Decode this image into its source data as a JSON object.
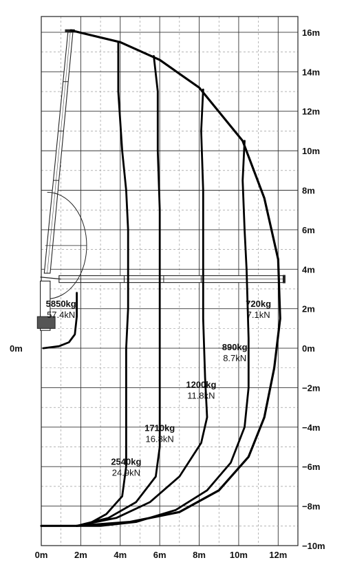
{
  "chart_data": {
    "type": "line",
    "x_ticks": [
      "0m",
      "2m",
      "4m",
      "6m",
      "8m",
      "10m",
      "12m"
    ],
    "y_ticks": [
      "16m",
      "14m",
      "12m",
      "10m",
      "8m",
      "6m",
      "4m",
      "2m",
      "0m",
      "−2m",
      "−4m",
      "−6m",
      "−8m",
      "−10m"
    ],
    "y_tick_origin": "0m",
    "xlim": [
      0,
      13
    ],
    "ylim": [
      -10,
      16.8
    ],
    "grid": true,
    "series": [
      {
        "weight": "5850kg",
        "force": "57.4kN",
        "radius": 1.8,
        "label_at": [
          1.0,
          2.1
        ],
        "points": [
          [
            1.8,
            2.8
          ],
          [
            1.8,
            1.6
          ],
          [
            1.7,
            0.7
          ],
          [
            1.4,
            0.3
          ],
          [
            0.9,
            0.1
          ],
          [
            0.1,
            0.0
          ]
        ]
      },
      {
        "weight": "720kg",
        "force": "7.1kN",
        "radius": 12.3,
        "label_at": [
          11.0,
          2.1
        ],
        "points": [
          [
            1.5,
            16.1
          ],
          [
            4.0,
            15.5
          ],
          [
            6.0,
            14.6
          ],
          [
            8.0,
            13.2
          ],
          [
            10.2,
            10.5
          ],
          [
            11.3,
            7.6
          ],
          [
            12.0,
            4.5
          ],
          [
            12.1,
            1.5
          ],
          [
            11.8,
            -1.0
          ],
          [
            11.3,
            -3.5
          ],
          [
            10.5,
            -5.5
          ],
          [
            9.0,
            -7.2
          ],
          [
            7.0,
            -8.3
          ],
          [
            4.5,
            -8.8
          ],
          [
            1.8,
            -9.0
          ],
          [
            0.0,
            -9.0
          ]
        ]
      },
      {
        "weight": "890kg",
        "force": "8.7kN",
        "radius": 10.5,
        "label_at": [
          9.8,
          -0.1
        ],
        "points": [
          [
            10.3,
            10.5
          ],
          [
            10.2,
            8.5
          ],
          [
            10.3,
            6.0
          ],
          [
            10.4,
            4.0
          ],
          [
            10.5,
            0.5
          ],
          [
            10.5,
            -2.0
          ],
          [
            10.3,
            -4.0
          ],
          [
            9.6,
            -5.8
          ],
          [
            8.4,
            -7.2
          ],
          [
            6.8,
            -8.2
          ],
          [
            4.8,
            -8.8
          ],
          [
            3.0,
            -9.0
          ],
          [
            1.8,
            -9.0
          ]
        ]
      },
      {
        "weight": "1200kg",
        "force": "11.8kN",
        "radius": 8.2,
        "label_at": [
          8.1,
          -2.0
        ],
        "points": [
          [
            8.2,
            13.1
          ],
          [
            8.1,
            11.0
          ],
          [
            8.2,
            8.0
          ],
          [
            8.2,
            6.0
          ],
          [
            8.2,
            4.0
          ],
          [
            8.2,
            1.5
          ],
          [
            8.3,
            -1.5
          ],
          [
            8.4,
            -3.5
          ],
          [
            8.1,
            -4.8
          ],
          [
            7.0,
            -6.5
          ],
          [
            5.5,
            -7.8
          ],
          [
            3.8,
            -8.6
          ],
          [
            2.3,
            -8.9
          ],
          [
            1.8,
            -9.0
          ]
        ]
      },
      {
        "weight": "1710kg",
        "force": "16.8kN",
        "radius": 6.0,
        "label_at": [
          6.0,
          -4.2
        ],
        "points": [
          [
            5.7,
            14.8
          ],
          [
            5.9,
            13.0
          ],
          [
            5.9,
            10.0
          ],
          [
            6.0,
            7.0
          ],
          [
            6.0,
            4.5
          ],
          [
            6.0,
            1.0
          ],
          [
            6.0,
            -2.0
          ],
          [
            6.0,
            -5.0
          ],
          [
            5.8,
            -6.5
          ],
          [
            4.8,
            -7.8
          ],
          [
            3.4,
            -8.6
          ],
          [
            2.2,
            -8.9
          ],
          [
            1.8,
            -9.0
          ]
        ]
      },
      {
        "weight": "2540kg",
        "force": "24.9kN",
        "radius": 4.4,
        "label_at": [
          4.3,
          -5.9
        ],
        "points": [
          [
            3.9,
            15.5
          ],
          [
            3.9,
            13.0
          ],
          [
            4.1,
            10.0
          ],
          [
            4.3,
            8.0
          ],
          [
            4.4,
            6.0
          ],
          [
            4.4,
            4.0
          ],
          [
            4.4,
            2.0
          ],
          [
            4.3,
            0.0
          ],
          [
            4.3,
            -2.0
          ],
          [
            4.3,
            -4.0
          ],
          [
            4.3,
            -6.0
          ],
          [
            4.1,
            -7.5
          ],
          [
            3.3,
            -8.4
          ],
          [
            2.4,
            -8.9
          ],
          [
            1.8,
            -9.0
          ]
        ]
      }
    ]
  }
}
